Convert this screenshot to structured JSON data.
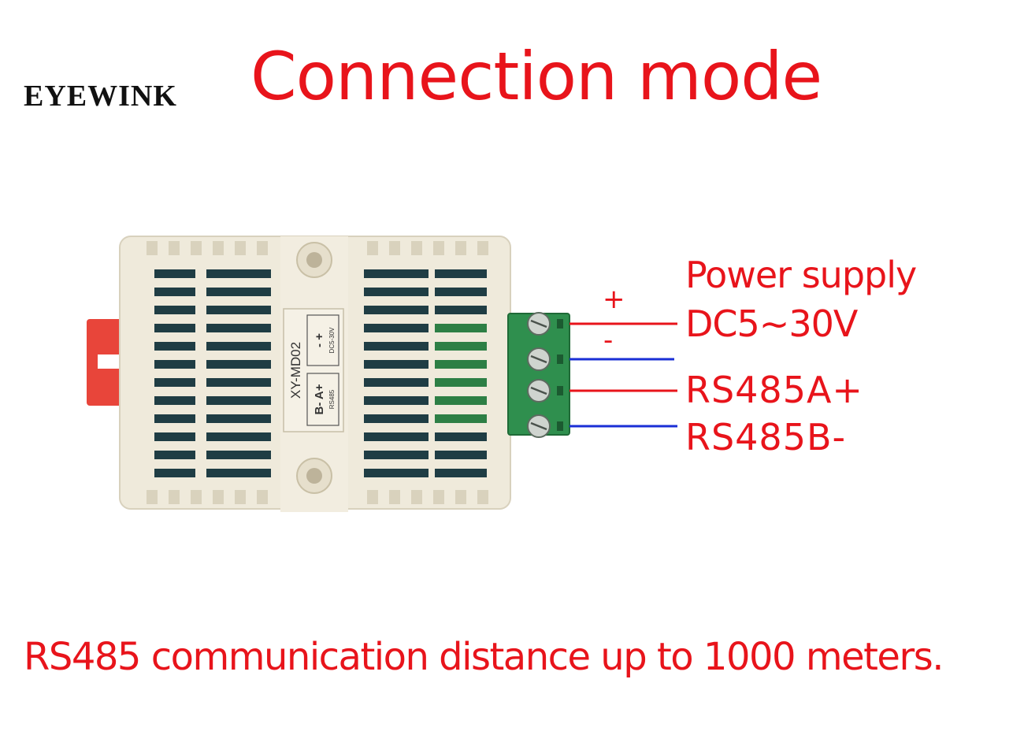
{
  "brand": "EYEWINK",
  "title": "Connection mode",
  "labels": {
    "power_supply": "Power supply",
    "dc_range": "DC5~30V",
    "rs485a": "RS485A+",
    "rs485b": "RS485B-"
  },
  "signs": {
    "plus": "+",
    "minus": "-"
  },
  "device": {
    "model": "XY-MD02",
    "terminal_ab": "B-  A+",
    "terminal_power": "-  +",
    "rs485_small": "RS485",
    "dc_small": "DC5-30V"
  },
  "footer": "RS485 communication distance up to 1000 meters.",
  "colors": {
    "accent_red": "#e8141b",
    "wire_red": "#e8141b",
    "wire_blue": "#1a2fd6",
    "terminal_green": "#2f8f4e",
    "housing": "#efeadb"
  }
}
